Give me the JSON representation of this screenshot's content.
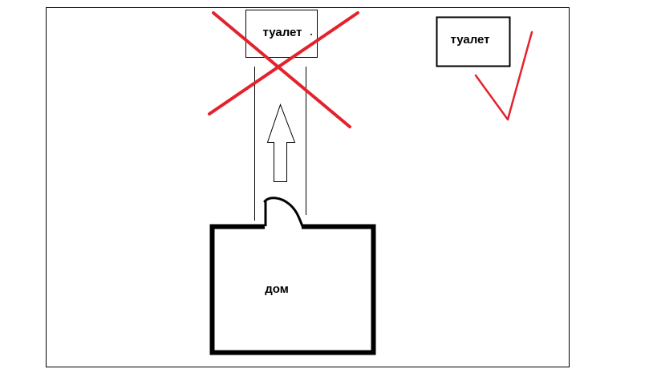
{
  "diagram": {
    "toilet_near": {
      "label": "туалет",
      "status": "rejected"
    },
    "toilet_far": {
      "label": "туалет",
      "status": "approved"
    },
    "house": {
      "label": "дом"
    }
  },
  "colors": {
    "line": "#000000",
    "mark": "#e3232c",
    "background": "#ffffff"
  },
  "icons": {
    "reject_mark": "red-cross-icon",
    "approve_mark": "red-checkmark-icon",
    "direction": "up-arrow-icon"
  }
}
